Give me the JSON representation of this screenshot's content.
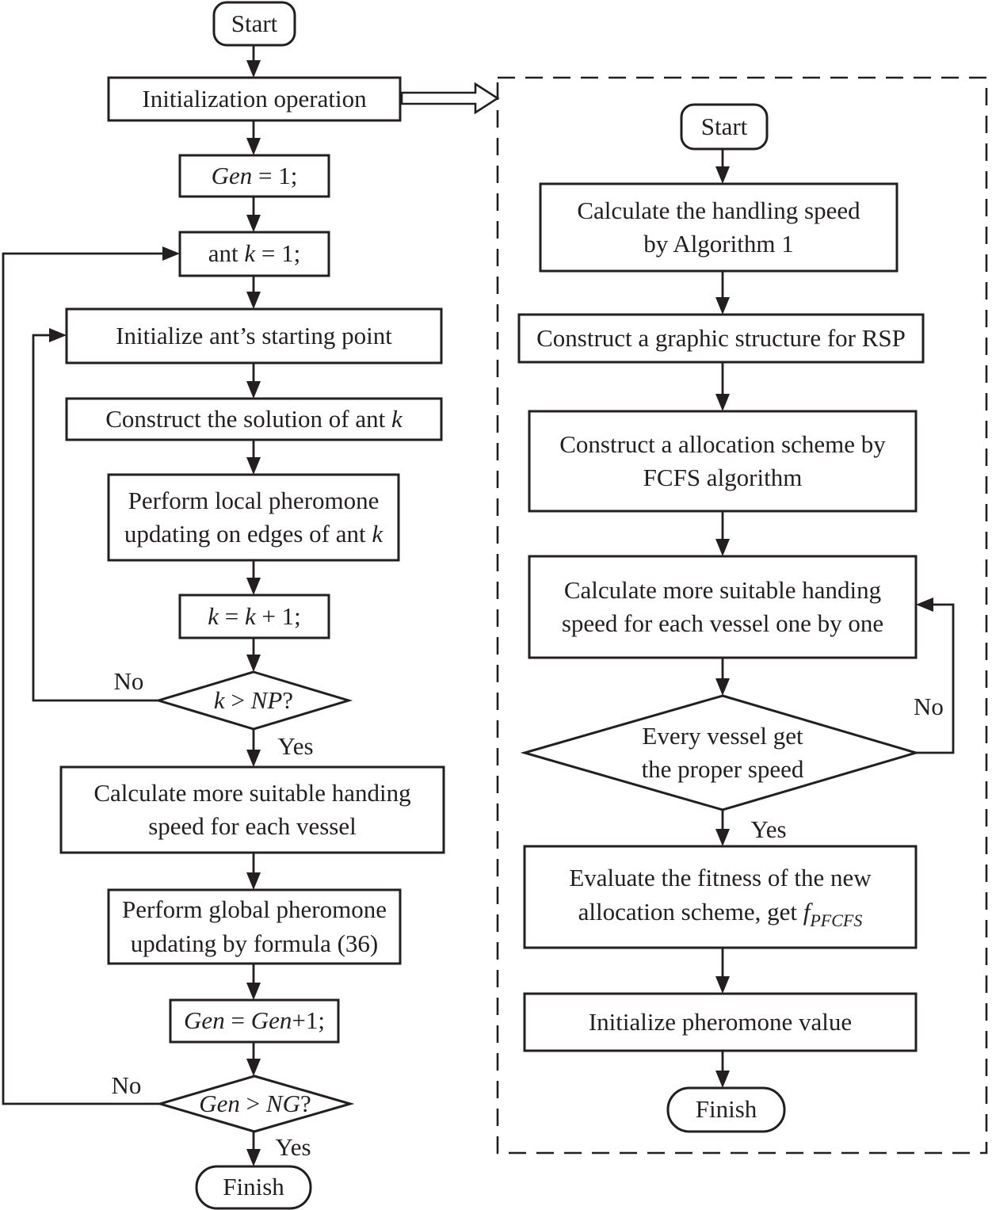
{
  "figure": {
    "type": "flowchart",
    "colors": {
      "line": "#231f20",
      "background": "#ffffff"
    },
    "left": {
      "start": "Start",
      "init_operation": "Initialization operation",
      "gen_init": {
        "var": "Gen",
        "rest": " = 1;"
      },
      "ant_init": {
        "pre": "ant ",
        "k": "k",
        "rest": " = 1;"
      },
      "init_ant_point": "Initialize ant’s starting point",
      "construct_solution": {
        "pre": "Construct the solution of ant ",
        "k": "k"
      },
      "perform_local": {
        "line1": "Perform local pheromone",
        "line2_pre": "updating on edges of ant ",
        "line2_k": "k"
      },
      "k_increment": {
        "a": "k",
        "b": " = ",
        "c": "k",
        "d": " + 1;"
      },
      "decision_np": {
        "a": "k",
        "b": " > ",
        "c": "NP",
        "d": "?"
      },
      "decision_np_no": "No",
      "decision_np_yes": "Yes",
      "calc_handing": {
        "line1": "Calculate more suitable handing",
        "line2": "speed for each vessel"
      },
      "perform_global": {
        "line1": "Perform global pheromone",
        "line2": "updating by formula (36)"
      },
      "gen_increment": {
        "a": "Gen",
        "b": " = ",
        "c": "Gen",
        "d": "+1;"
      },
      "decision_ng": {
        "a": "Gen",
        "b": " > ",
        "c": "NG",
        "d": "?"
      },
      "decision_ng_no": "No",
      "decision_ng_yes": "Yes",
      "finish": "Finish"
    },
    "right": {
      "start": "Start",
      "calc_speed": {
        "line1": "Calculate the handling speed",
        "line2": "by Algorithm 1"
      },
      "graphic_structure": "Construct a graphic structure for RSP",
      "fcfs": {
        "line1": "Construct a allocation scheme by",
        "line2": "FCFS algorithm"
      },
      "calc_more": {
        "line1": "Calculate more suitable handing",
        "line2": "speed for each vessel one by one"
      },
      "decision_vessel": {
        "line1": "Every vessel get",
        "line2": "the proper speed"
      },
      "decision_vessel_no": "No",
      "decision_vessel_yes": "Yes",
      "evaluate": {
        "line1": "Evaluate the fitness of the new",
        "line2_pre": "allocation scheme, get ",
        "f": "f",
        "sub": "PFCFS"
      },
      "init_pheromone": "Initialize pheromone value",
      "finish": "Finish"
    }
  }
}
